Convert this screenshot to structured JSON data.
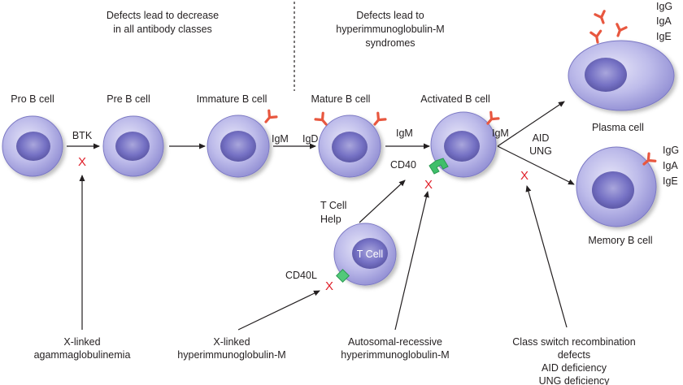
{
  "header": {
    "left_note": [
      "Defects lead to decrease",
      "in all antibody classes"
    ],
    "right_note": [
      "Defects lead to",
      "hyperimmunoglobulin-M",
      "syndromes"
    ]
  },
  "cells": {
    "pro_b": "Pro B cell",
    "pre_b": "Pre B cell",
    "immature_b": "Immature B cell",
    "mature_b": "Mature B cell",
    "activated_b": "Activated B cell",
    "plasma": "Plasma cell",
    "memory_b": "Memory B cell",
    "t_cell": "T Cell"
  },
  "labels": {
    "btk": "BTK",
    "igm_immature": "IgM",
    "igd": "IgD",
    "igm_mature": "IgM",
    "igm_activated": "IgM",
    "cd40": "CD40",
    "cd40l": "CD40L",
    "t_cell_help": [
      "T Cell",
      "Help"
    ],
    "aid": "AID",
    "ung": "UNG",
    "plasma_isotypes": [
      "IgG",
      "IgA",
      "IgE"
    ],
    "memory_isotypes": [
      "IgG",
      "IgA",
      "IgE"
    ],
    "block_mark": "X"
  },
  "diseases": {
    "xla": [
      "X-linked",
      "agammaglobulinemia"
    ],
    "x_hyper_igm": [
      "X-linked",
      "hyperimmunoglobulin-M"
    ],
    "ar_hyper_igm": [
      "Autosomal-recessive",
      "hyperimmunoglobulin-M"
    ],
    "csr": [
      "Class switch recombination",
      "defects",
      "AID deficiency",
      "UNG deficiency"
    ]
  },
  "colors": {
    "cell_fill": "#b7b5e6",
    "cell_edge": "#7c79c4",
    "nucleus": "#6f6bbf",
    "antibody": "#e8573f",
    "cd40": "#3fbf6a",
    "block_x": "#e0202a",
    "arrow": "#231f20"
  }
}
